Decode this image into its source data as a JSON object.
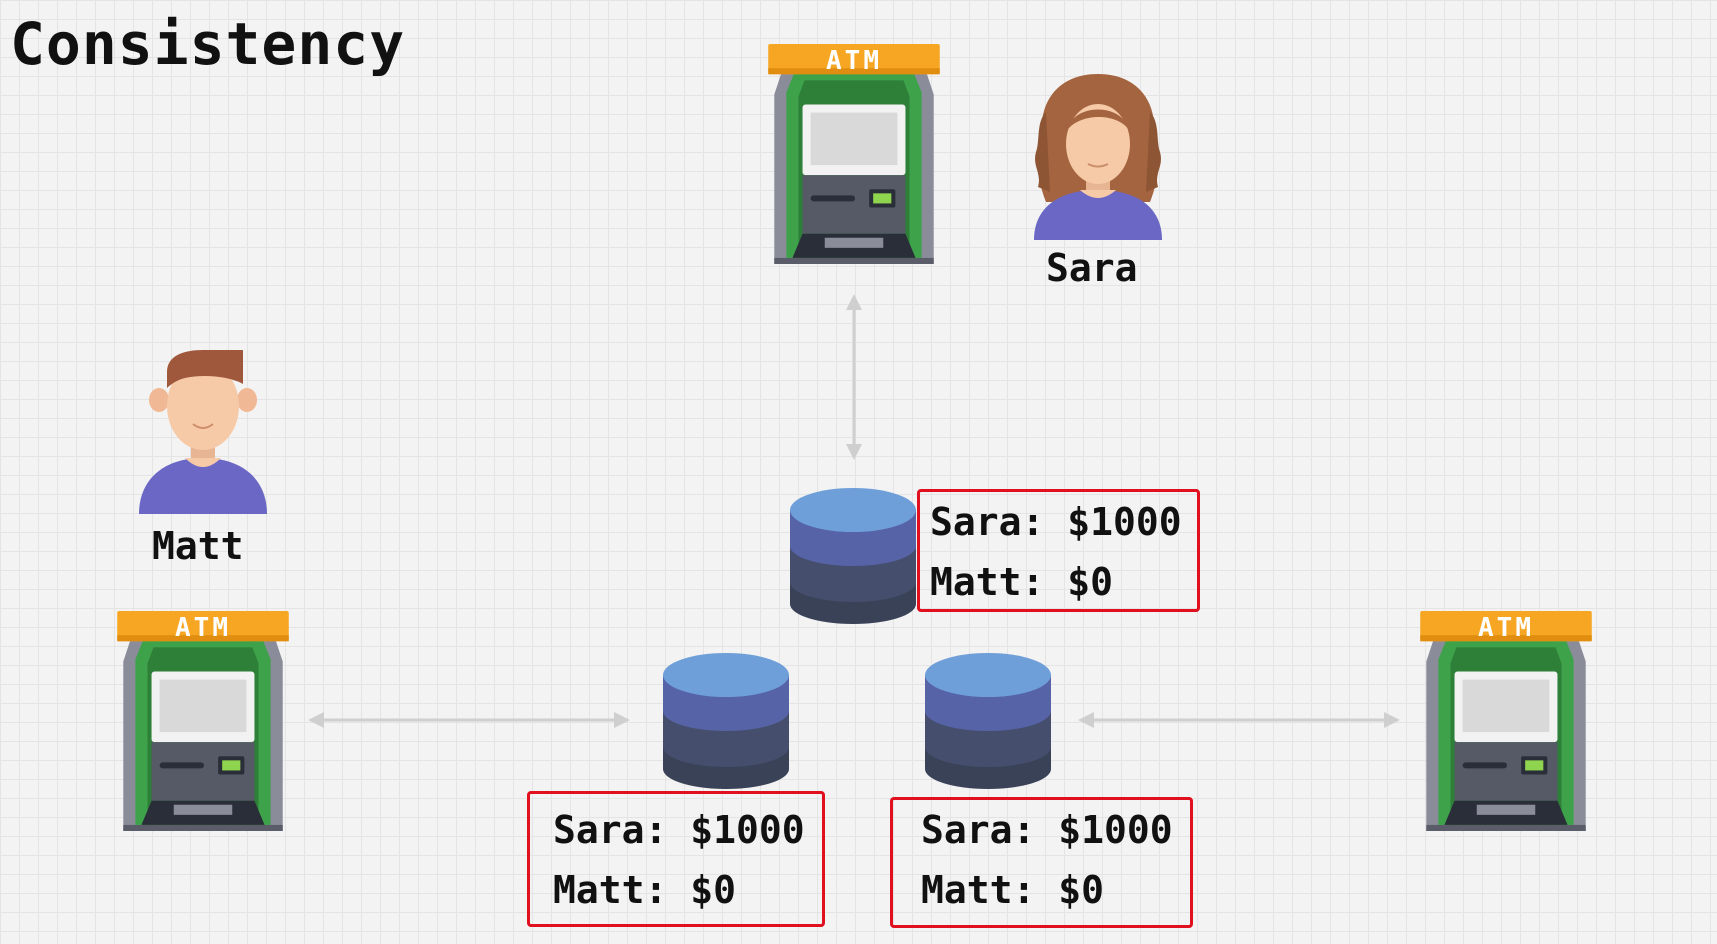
{
  "title": "Consistency",
  "atm_label": "ATM",
  "people": {
    "sara": "Sara",
    "matt": "Matt"
  },
  "databases": {
    "top": {
      "lines": [
        "Sara: $1000",
        "Matt: $0"
      ]
    },
    "left": {
      "lines": [
        "Sara: $1000",
        "Matt: $0"
      ]
    },
    "right": {
      "lines": [
        "Sara: $1000",
        "Matt: $0"
      ]
    }
  },
  "colors": {
    "atm_header": "#f6a623",
    "atm_body": "#8a8d99",
    "atm_green": "#3da24a",
    "db_top": "#6f9fd8",
    "db_mid": "#5663a6",
    "db_bottom": "#3a4258",
    "highlight_border": "#e0101e",
    "person_shirt": "#6b67c5",
    "sara_hair": "#a4643f",
    "matt_hair": "#a0583c",
    "skin": "#f6c9a7",
    "arrow": "#cfcfcf"
  }
}
